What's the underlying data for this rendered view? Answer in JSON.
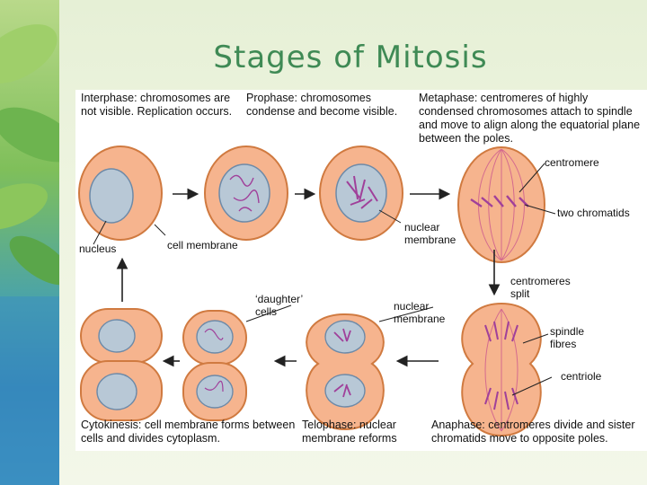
{
  "title": "Stages of Mitosis",
  "stages": {
    "interphase": "Interphase: chromosomes are not visible. Replication occurs.",
    "prophase": "Prophase: chromosomes condense and become visible.",
    "metaphase": "Metaphase: centromeres of highly condensed chromosomes attach to spindle and move to align along the equatorial plane between the poles.",
    "cytokinesis": "Cytokinesis: cell membrane forms between cells and divides cytoplasm.",
    "telophase": "Telophase: nuclear membrane reforms",
    "anaphase": "Anaphase: centromeres divide and sister chromatids move to opposite poles."
  },
  "labels": {
    "nucleus": "nucleus",
    "cell_membrane": "cell membrane",
    "nuclear_membrane_top": "nuclear membrane",
    "centromere": "centromere",
    "two_chromatids": "two chromatids",
    "centromeres_split": "centromeres split",
    "daughter_cells": "‘daughter’ cells",
    "nuclear_membrane_bottom": "nuclear membrane",
    "spindle_fibres": "spindle fibres",
    "centriole": "centriole"
  },
  "colors": {
    "cytoplasm": "#f6b48e",
    "cell_outline": "#d07a40",
    "nucleus": "#b8c8d6",
    "nucleus_outline": "#6d8aa8",
    "chromosome": "#a0409a",
    "spindle": "#d46a8e",
    "title": "#3f8a55"
  }
}
